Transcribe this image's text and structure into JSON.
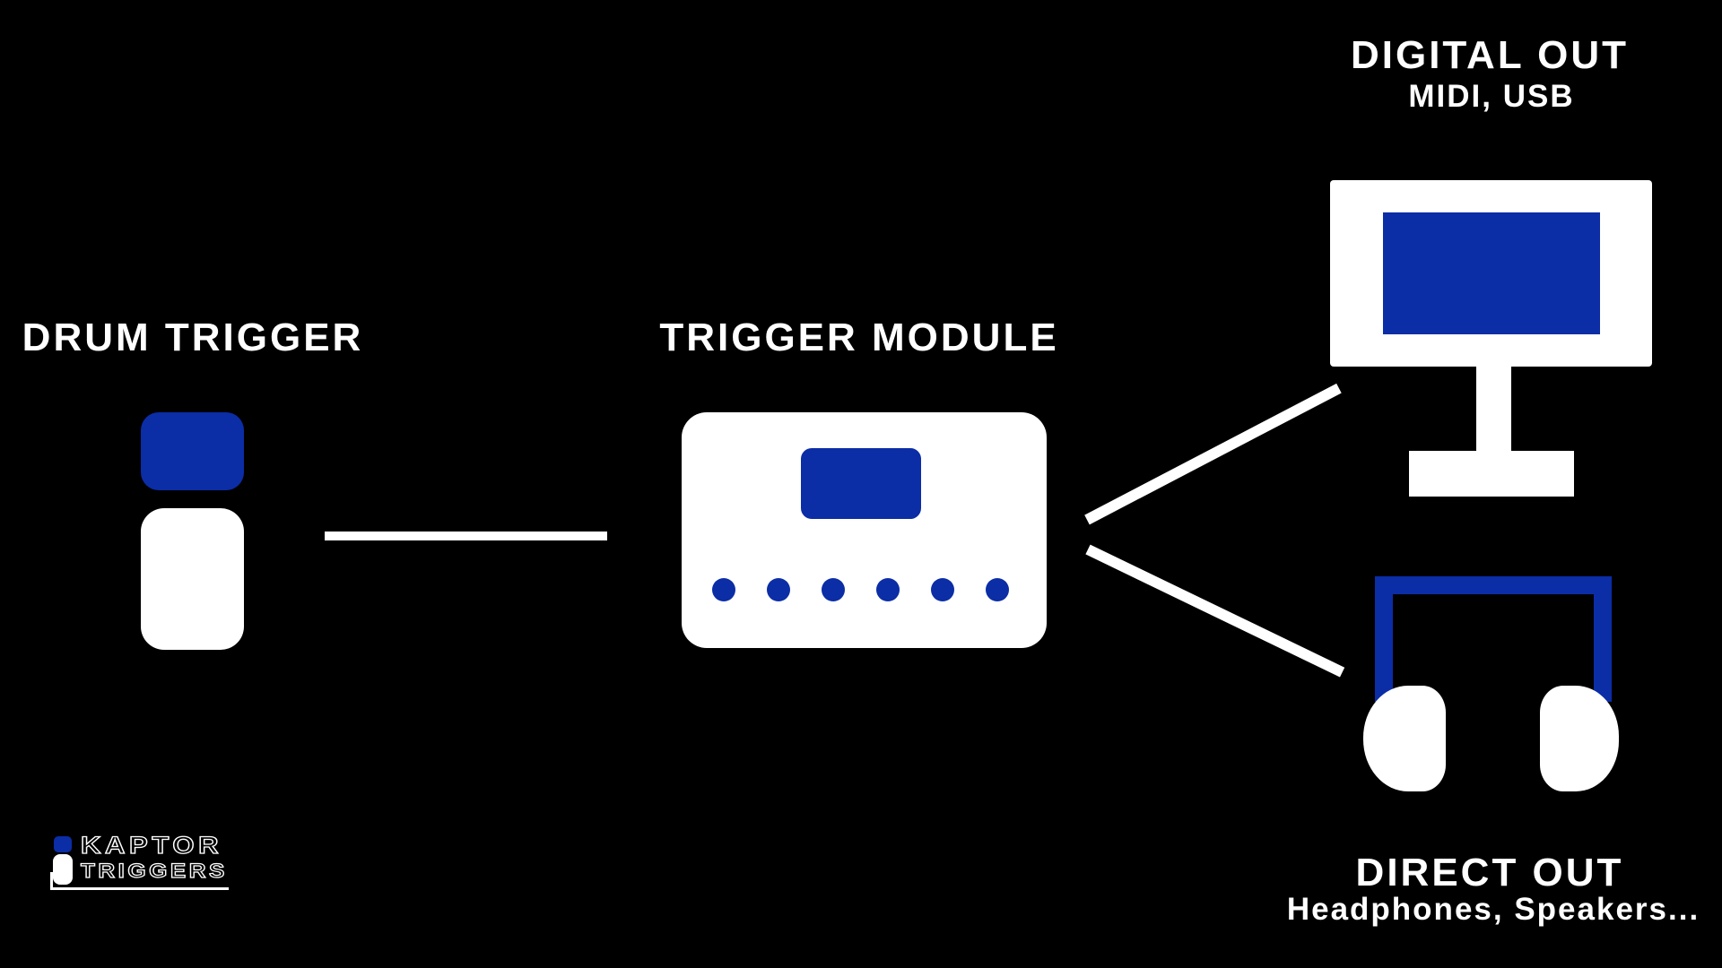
{
  "colors": {
    "background": "#000000",
    "accent_blue": "#0b2da6",
    "foreground": "#ffffff"
  },
  "nodes": {
    "drum_trigger": {
      "label": "DRUM TRIGGER"
    },
    "trigger_module": {
      "label": "TRIGGER MODULE",
      "indicator_dots": 6
    },
    "digital_out": {
      "label": "DIGITAL OUT",
      "sublabel": "MIDI, USB"
    },
    "direct_out": {
      "label": "DIRECT OUT",
      "sublabel": "Headphones, Speakers..."
    }
  },
  "connections": [
    {
      "from": "drum-trigger",
      "to": "trigger-module"
    },
    {
      "from": "trigger-module",
      "to": "digital-out"
    },
    {
      "from": "trigger-module",
      "to": "direct-out"
    }
  ],
  "logo": {
    "line1": "KAPTOR",
    "line2": "TRIGGERS"
  }
}
